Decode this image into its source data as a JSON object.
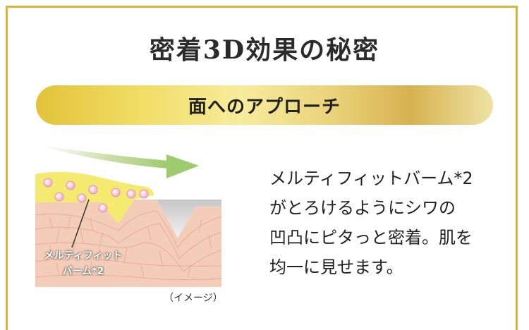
{
  "colors": {
    "frame_gold": "#d8b63a",
    "balm_yellow": "#f3ea6f",
    "skin_pink": "#f4cdb8",
    "arrow_green": "#9dcb6d",
    "text_dark": "#222222"
  },
  "title": "密着3D効果の秘密",
  "banner": {
    "label": "面へのアプローチ"
  },
  "illustration": {
    "label_line1": "メルティフィット",
    "label_line2": "バーム*2",
    "image_note": "（イメージ）",
    "arrow_icon": "curved-arrow-right"
  },
  "description": {
    "lines": [
      "メルティフィットバーム*2",
      "がとろけるようにシワの",
      "凹凸にピタっと密着。肌を",
      "均一に見せます。"
    ]
  }
}
